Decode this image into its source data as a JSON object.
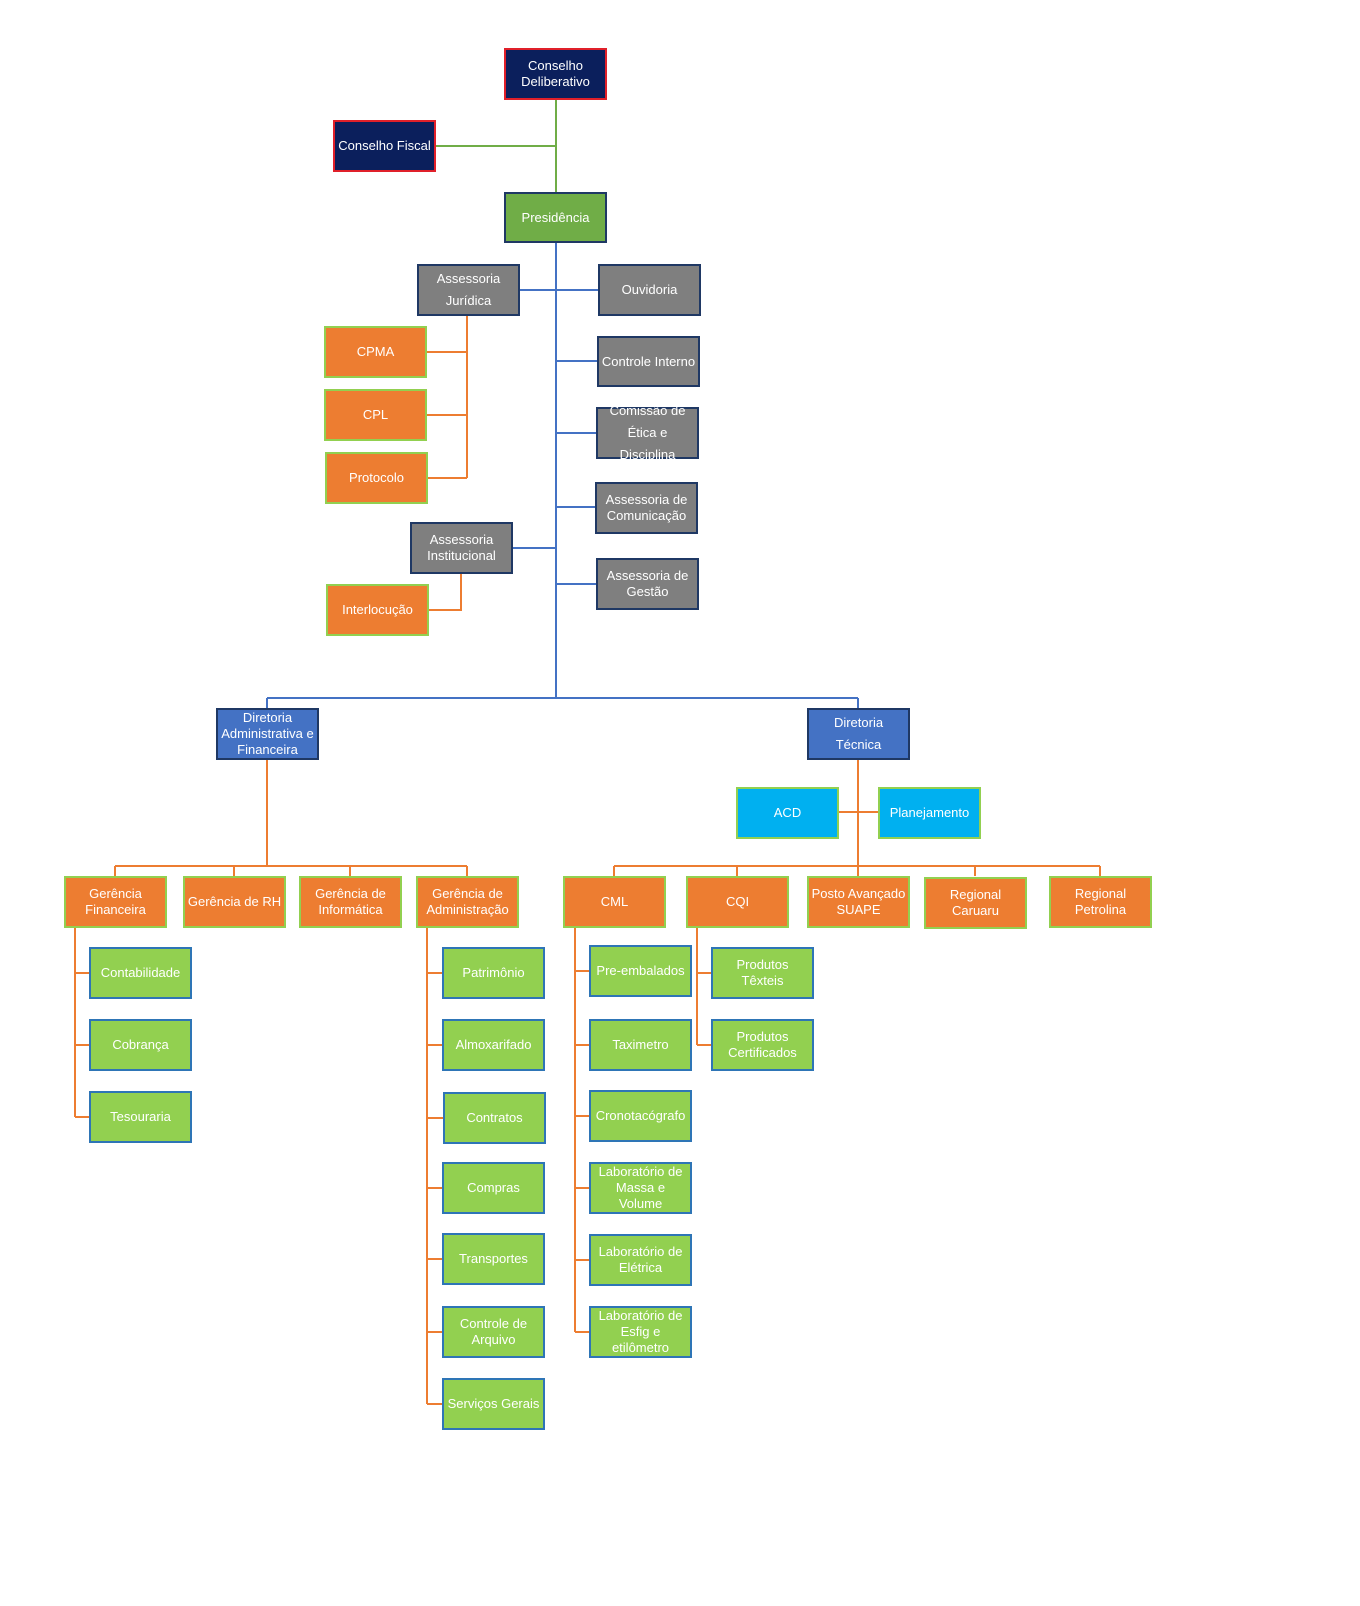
{
  "colors": {
    "line_green": "#70ad47",
    "line_blue": "#4472c4",
    "line_orange": "#ed7d31",
    "navy": "#0b1f5c",
    "gray": "#7f7f7f",
    "blue": "#4472c4",
    "orange": "#ed7d31",
    "green": "#92d050",
    "cyan": "#00b0f0"
  },
  "nodes": {
    "conselho_deliberativo": "Conselho\nDeliberativo",
    "conselho_fiscal": "Conselho Fiscal",
    "presidencia": "Presidência",
    "assessoria_juridica": "Assessoria\nJurídica",
    "ouvidoria": "Ouvidoria",
    "controle_interno": "Controle Interno",
    "comissao_etica": "Comissão de\nÉtica e Disciplina",
    "assessoria_comunicacao": "Assessoria de\nComunicação",
    "assessoria_gestao": "Assessoria de\nGestão",
    "assessoria_institucional": "Assessoria\nInstitucional",
    "cpma": "CPMA",
    "cpl": "CPL",
    "protocolo": "Protocolo",
    "interlocucao": "Interlocução",
    "diretoria_adm": "Diretoria\nAdministrativa e\nFinanceira",
    "diretoria_tecnica": "Diretoria\nTécnica",
    "acd": "ACD",
    "planejamento": "Planejamento",
    "gerencia_financeira": "Gerência\nFinanceira",
    "gerencia_rh": "Gerência de RH",
    "gerencia_informatica": "Gerência de\nInformática",
    "gerencia_administracao": "Gerência de\nAdministração",
    "cml": "CML",
    "cqi": "CQI",
    "posto_suape": "Posto Avançado\nSUAPE",
    "regional_caruaru": "Regional\nCaruaru",
    "regional_petrolina": "Regional\nPetrolina",
    "contabilidade": "Contabilidade",
    "cobranca": "Cobrança",
    "tesouraria": "Tesouraria",
    "patrimonio": "Patrimônio",
    "almoxarifado": "Almoxarifado",
    "contratos": "Contratos",
    "compras": "Compras",
    "transportes": "Transportes",
    "controle_arquivo": "Controle de\nArquivo",
    "servicos_gerais": "Serviços Gerais",
    "pre_embalados": "Pre-embalados",
    "taximetro": "Taximetro",
    "cronotacografo": "Cronotacógrafo",
    "lab_massa": "Laboratório de\nMassa e Volume",
    "lab_eletrica": "Laboratório de\nElétrica",
    "lab_esfig": "Laboratório de\nEsfig e\netilômetro",
    "produtos_texteis": "Produtos Têxteis",
    "produtos_certificados": "Produtos\nCertificados"
  }
}
